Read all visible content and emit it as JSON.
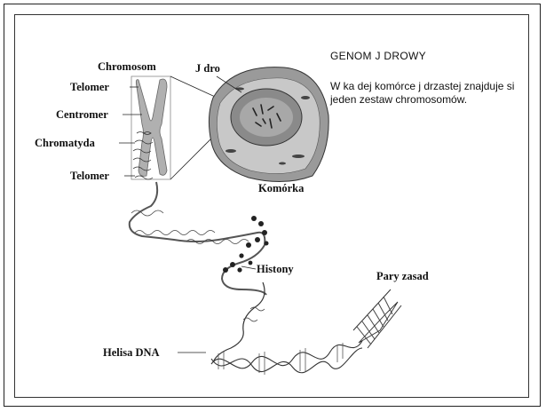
{
  "slide": {
    "heading": "GENOM J  DROWY",
    "description": "W ka  dej komórce j  drzastej znajduje si   jeden zestaw chromosomów."
  },
  "labels": {
    "chromosom": "Chromosom",
    "jadro": "J  dro",
    "telomer_top": "Telomer",
    "centromer": "Centromer",
    "chromatyda": "Chromatyda",
    "telomer_bottom": "Telomer",
    "komorka": "Komórka",
    "histony": "Histony",
    "pary_zasad": "Pary zasad",
    "helisa_dna": "Helisa DNA"
  }
}
